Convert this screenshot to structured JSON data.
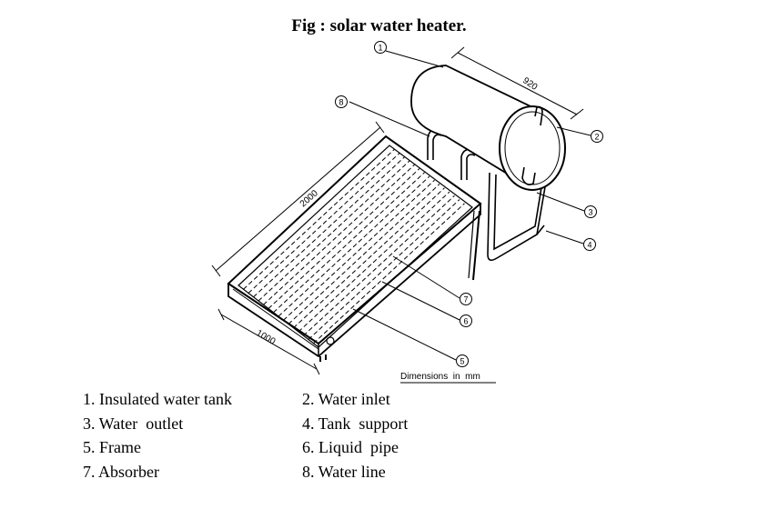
{
  "figure": {
    "title": "Fig : solar water heater.",
    "dimensions": {
      "tank_length": "920",
      "panel_length": "2000",
      "panel_width": "1000"
    },
    "dimensions_note": "Dimensions  in  mm",
    "callouts": [
      "1",
      "2",
      "3",
      "4",
      "5",
      "6",
      "7",
      "8"
    ]
  },
  "legend": {
    "left": [
      "1. Insulated water tank",
      "3. Water  outlet",
      "5. Frame",
      "7. Absorber"
    ],
    "right": [
      "2. Water inlet",
      "4. Tank  support",
      "6. Liquid  pipe",
      "8. Water line"
    ]
  }
}
